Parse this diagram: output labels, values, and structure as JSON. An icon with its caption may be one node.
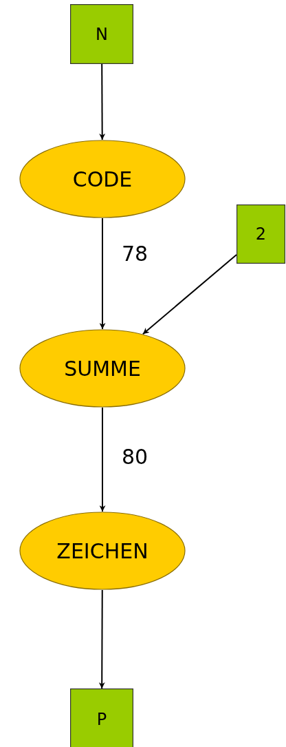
{
  "diagram": {
    "nodes": [
      {
        "text": [
          "N"
        ]
      },
      {
        "text": [
          "CODE"
        ]
      },
      {
        "text": [
          "2"
        ]
      },
      {
        "text": [
          "SUMME"
        ]
      },
      {
        "text": [
          "ZEICHEN"
        ]
      },
      {
        "text": [
          "P"
        ]
      }
    ],
    "edges": [
      {
        "from": 0,
        "to": 1,
        "arrow": "to"
      },
      {
        "from": 1,
        "to": 3,
        "arrow": "to",
        "label": "78"
      },
      {
        "from": 2,
        "to": 3,
        "arrow": "to"
      },
      {
        "from": 3,
        "to": 4,
        "arrow": "to",
        "label": "80"
      },
      {
        "from": 4,
        "to": 5,
        "arrow": "to"
      }
    ]
  }
}
